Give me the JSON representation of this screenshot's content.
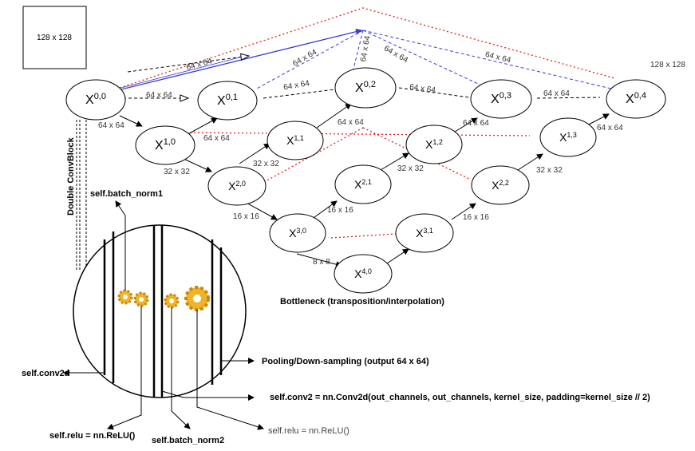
{
  "input_box": {
    "label": "128 x 128"
  },
  "output_size": "128 x 128",
  "nodes": [
    {
      "id": "X00",
      "base": "X",
      "sup": "0,0"
    },
    {
      "id": "X01",
      "base": "X",
      "sup": "0,1"
    },
    {
      "id": "X02",
      "base": "X",
      "sup": "0,2"
    },
    {
      "id": "X03",
      "base": "X",
      "sup": "0,3"
    },
    {
      "id": "X04",
      "base": "X",
      "sup": "0,4"
    },
    {
      "id": "X10",
      "base": "X",
      "sup": "1,0"
    },
    {
      "id": "X11",
      "base": "X",
      "sup": "1,1"
    },
    {
      "id": "X12",
      "base": "X",
      "sup": "1,2"
    },
    {
      "id": "X13",
      "base": "X",
      "sup": "1,3"
    },
    {
      "id": "X20",
      "base": "X",
      "sup": "2,0"
    },
    {
      "id": "X21",
      "base": "X",
      "sup": "2,1"
    },
    {
      "id": "X22",
      "base": "X",
      "sup": "2,2"
    },
    {
      "id": "X30",
      "base": "X",
      "sup": "3,0"
    },
    {
      "id": "X31",
      "base": "X",
      "sup": "3,1"
    },
    {
      "id": "X40",
      "base": "X",
      "sup": "4,0"
    }
  ],
  "size_labels": [
    "64 x 64",
    "64 x 64",
    "64 x 64",
    "64 x 64",
    "64 x 64",
    "64 x 64",
    "64 x 64",
    "64 x 64",
    "64 x 64",
    "64 x 64",
    "64 x 64",
    "64 x 64",
    "32 x 32",
    "32 x 32",
    "32 x 32",
    "32 x 32",
    "16 x 16",
    "16 x 16",
    "16 x 16",
    "8 x 8"
  ],
  "annotations": {
    "double_conv_block": "Double ConvBlock",
    "bottleneck": "Bottleneck (transposition/interpolation)",
    "batch_norm1": "self.batch_norm1",
    "batch_norm2": "self.batch_norm2",
    "conv2d": "self.conv2d",
    "relu_left": "self.relu = nn.ReLU()",
    "relu_right": "self.relu = nn.ReLU()",
    "pooling": "Pooling/Down-sampling (output 64 x 64)",
    "conv2": "self.conv2 = nn.Conv2d(out_channels, out_channels, kernel_size, padding=kernel_size // 2)"
  },
  "colors": {
    "red_dotted": "#e02020",
    "blue_dashed": "#3b3bd6",
    "gear": "#f0b429",
    "gear_dark": "#c98a0c"
  },
  "icons": [
    "gear-icon"
  ]
}
